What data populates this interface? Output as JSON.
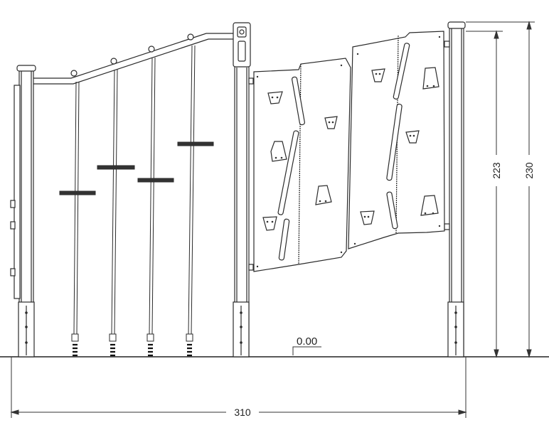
{
  "drawing": {
    "type": "elevation",
    "subject": "playground climbing frame with rope ladders and climbing wall panel",
    "dimensions": {
      "overall_width": "310",
      "inner_height": "223",
      "overall_height": "230",
      "ground_level": "0.00"
    },
    "components": [
      "left post",
      "middle post",
      "right post",
      "top rail",
      "ropes",
      "climbing panel"
    ],
    "line_color": "#2b2b2b",
    "panel_fill": "#ffffff"
  }
}
